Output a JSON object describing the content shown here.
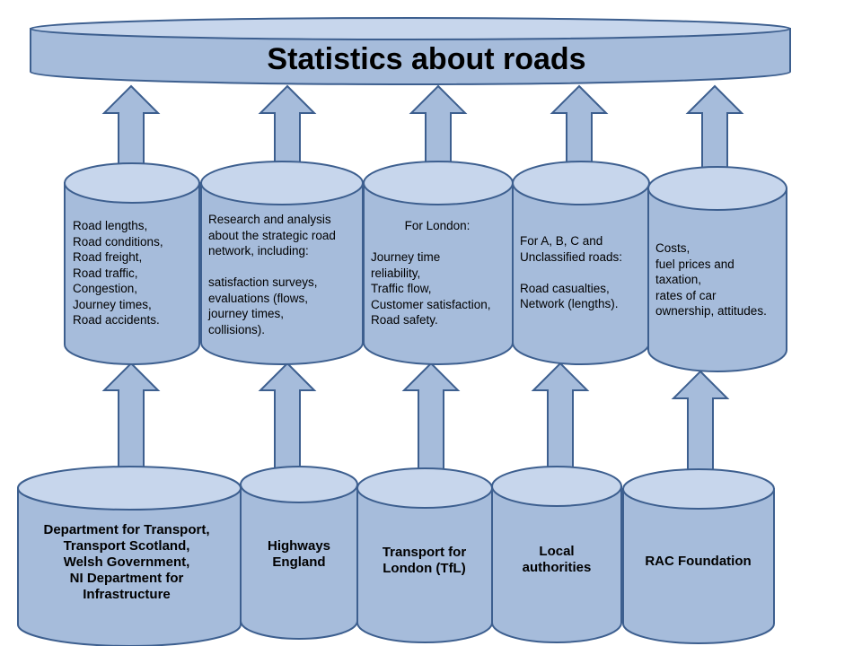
{
  "diagram": {
    "title": "Statistics about roads",
    "colors": {
      "fill": "#a6bcdb",
      "top": "#c7d6ec",
      "stroke": "#3d5f8f"
    },
    "themes": [
      {
        "id": "general",
        "text": "Road lengths,\nRoad conditions,\nRoad freight,\nRoad traffic,\nCongestion,\nJourney times,\nRoad accidents."
      },
      {
        "id": "strategic",
        "text": "Research and analysis\nabout the strategic road\nnetwork, including:\n\nsatisfaction surveys,\nevaluations (flows,\njourney times,\ncollisions)."
      },
      {
        "id": "london",
        "heading": "For London:",
        "text": "Journey time\nreliability,\nTraffic flow,\nCustomer satisfaction,\nRoad safety."
      },
      {
        "id": "local",
        "text": "For A, B, C and\nUnclassified roads:\n\nRoad casualties,\nNetwork (lengths)."
      },
      {
        "id": "costs",
        "text": "Costs,\nfuel prices and\ntaxation,\nrates of car\nownership, attitudes."
      }
    ],
    "sources": [
      {
        "id": "dft",
        "label": "Department for Transport,\nTransport Scotland,\nWelsh Government,\nNI Department for\nInfrastructure"
      },
      {
        "id": "highways",
        "label": "Highways\nEngland"
      },
      {
        "id": "tfl",
        "label": "Transport for\nLondon (TfL)"
      },
      {
        "id": "local",
        "label": "Local\nauthorities"
      },
      {
        "id": "rac",
        "label": "RAC Foundation"
      }
    ]
  }
}
